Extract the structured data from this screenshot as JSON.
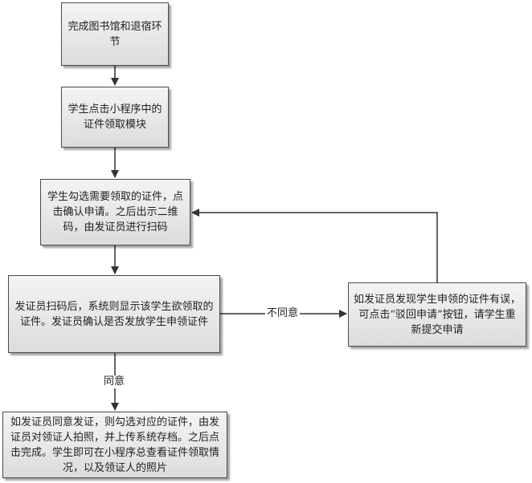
{
  "nodes": {
    "n1": {
      "text": "完成图书馆和退宿环节"
    },
    "n2": {
      "text": "学生点击小程序中的证件领取模块"
    },
    "n3": {
      "text": "学生勾选需要领取的证件，点击确认申请。之后出示二维码，由发证员进行扫码"
    },
    "n4": {
      "text": "发证员扫码后，系统则显示该学生欲领取的证件。发证员确认是否发放学生申领证件"
    },
    "n5": {
      "text": "如发证员发现学生申领的证件有误，可点击“驳回申请”按钮，请学生重新提交申请"
    },
    "n6": {
      "text": "如发证员同意发证，则勾选对应的证件，由发证员对领证人拍照，并上传系统存档。之后点击完成。学生即可在小程序总查看证件领取情况，以及领证人的照片"
    }
  },
  "edges": {
    "disagree_label": "不同意",
    "agree_label": "同意"
  },
  "colors": {
    "line": "#333333",
    "border": "#4a4a4a"
  }
}
